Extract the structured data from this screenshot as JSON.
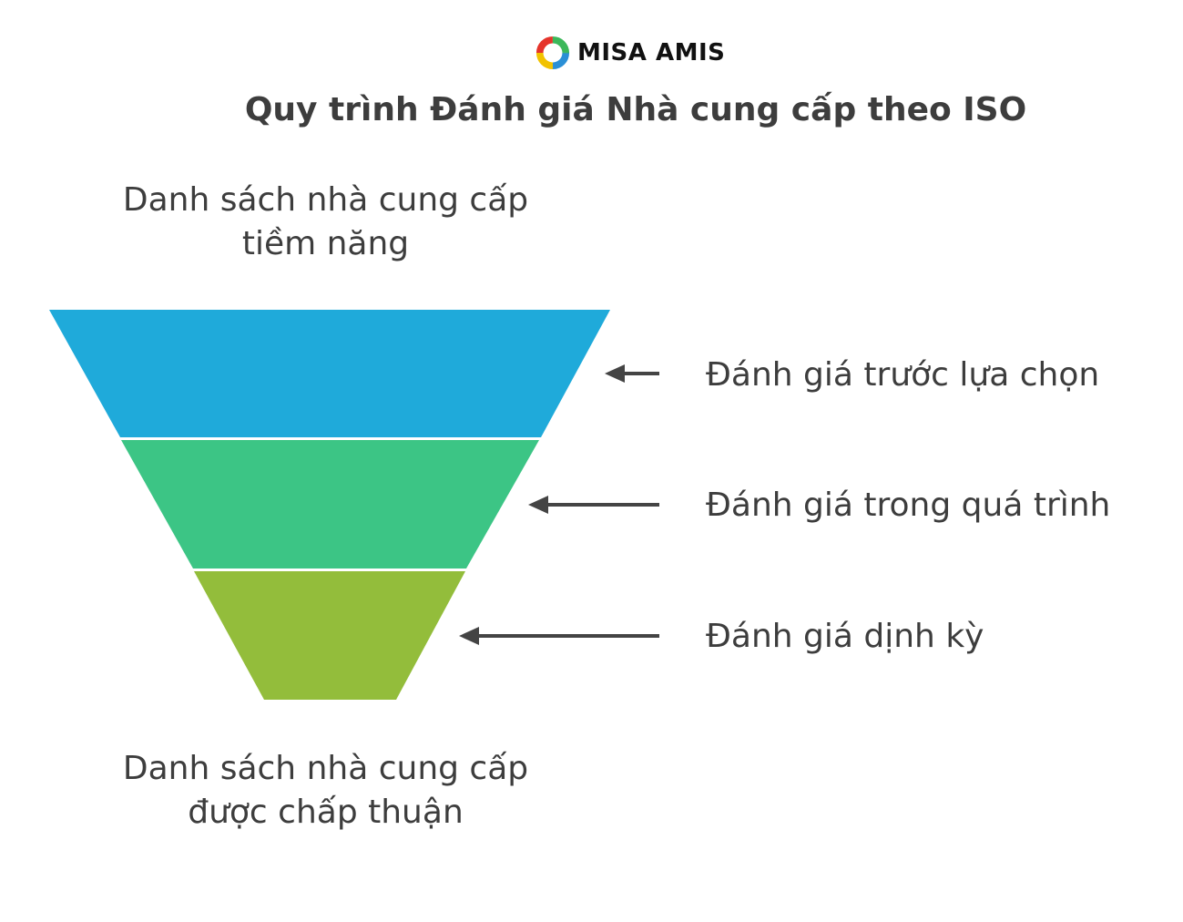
{
  "brand": {
    "name": "MISA AMIS",
    "logo_colors": [
      "#2a8fd6",
      "#f2c200",
      "#e5342b",
      "#3cb85a"
    ]
  },
  "title": "Quy trình Đánh giá Nhà cung cấp theo ISO",
  "top_caption": {
    "line1": "Danh sách nhà cung cấp",
    "line2": "tiềm năng"
  },
  "bottom_caption": {
    "line1": "Danh sách nhà cung cấp",
    "line2": "được chấp thuận"
  },
  "stages": [
    {
      "label": "Đánh giá trước lựa chọn",
      "color": "#1faada"
    },
    {
      "label": "Đánh giá trong quá trình",
      "color": "#3cc585"
    },
    {
      "label": "Đánh giá dịnh kỳ",
      "color": "#93bd3b"
    }
  ],
  "colors": {
    "text": "#3d3d3d",
    "arrow": "#444444"
  }
}
